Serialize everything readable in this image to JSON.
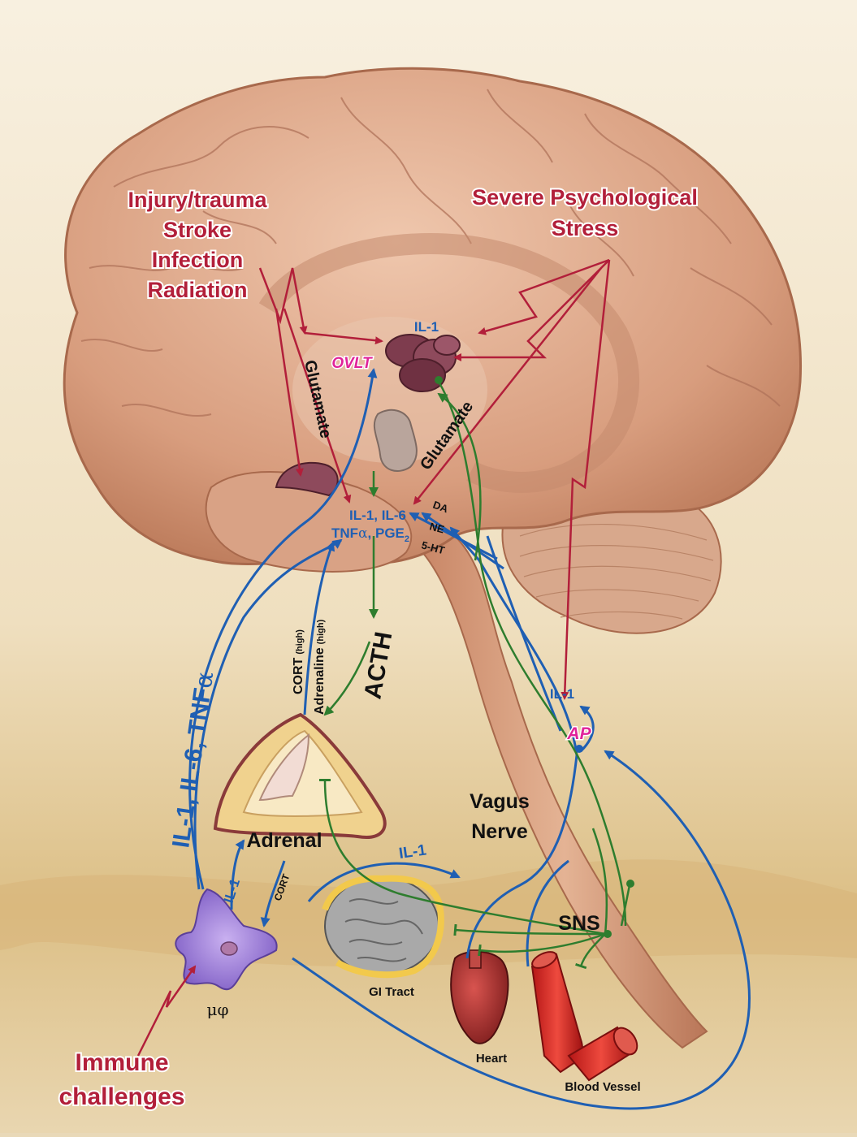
{
  "labels": {
    "injury_line1": "Injury/trauma",
    "injury_line2": "Stroke",
    "injury_line3": "Infection",
    "injury_line4": "Radiation",
    "stress_line1": "Severe Psychological",
    "stress_line2": "Stress",
    "il1_top": "IL-1",
    "ovlt": "OVLT",
    "glutamate_left": "Glutamate",
    "glutamate_right": "Glutamate",
    "cytokines_line1": "IL-1, IL-6",
    "cytokines_line2_main": "TNF",
    "cytokines_line2_alpha": "α",
    "cytokines_line2_pge": ", PGE",
    "cytokines_line2_sub": "2",
    "da": "DA",
    "ne": "NE",
    "ht5": "5-HT",
    "cort_high": "CORT",
    "cort_high_note": "(high)",
    "adrenaline_high": "Adrenaline",
    "adrenaline_high_note": "(high)",
    "acth": "ACTH",
    "left_cytokines": "IL-1, IL-6, TNF",
    "left_cytokines_alpha": "α",
    "il1_ap": "IL-1",
    "ap": "AP",
    "adrenal": "Adrenal",
    "vagus_line1": "Vagus",
    "vagus_line2": "Nerve",
    "il1_gut": "IL-1",
    "il1_macro": "IL-1",
    "cort_low": "CORT",
    "sns": "SNS",
    "macrophage": "μφ",
    "gi_tract": "GI Tract",
    "heart": "Heart",
    "blood_vessel": "Blood Vessel",
    "immune_line1": "Immune",
    "immune_line2": "challenges"
  },
  "colors": {
    "red_arrow": "#b21f3a",
    "blue_arrow": "#1f5fb3",
    "green_arrow": "#2e7d2e",
    "brain": "#d9a285",
    "brain_outline": "#a8694c",
    "background": "#e9d9b8"
  }
}
